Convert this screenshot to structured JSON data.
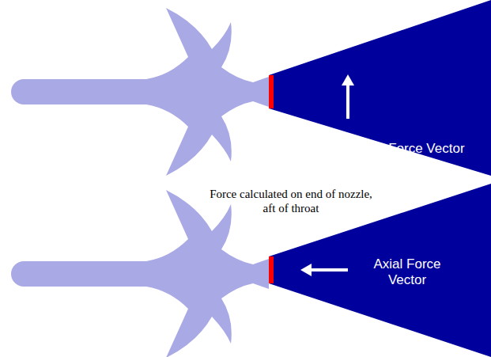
{
  "diagram": {
    "nodes": [
      {
        "text": [
          "Side Force Vector"
        ]
      },
      {
        "text": [
          "Axial Force Vector"
        ]
      }
    ],
    "labels": [
      "Force calculated on end of nozzle, aft of throat"
    ]
  }
}
